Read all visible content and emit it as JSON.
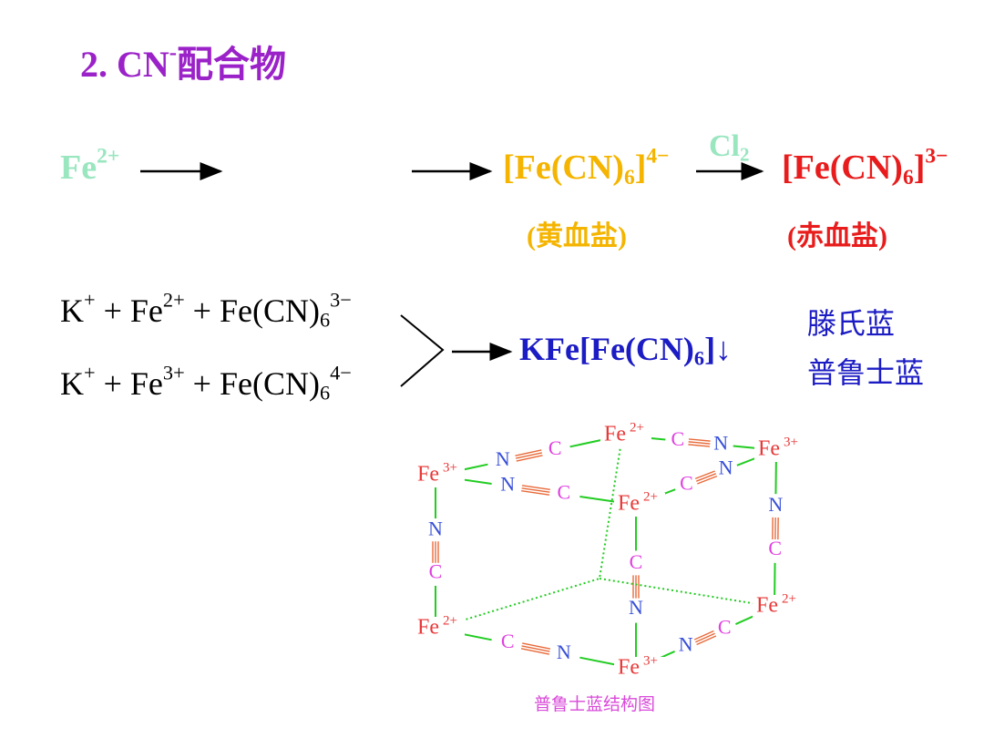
{
  "title": {
    "number": "2. ",
    "main": "CN",
    "sup": "-",
    "rest": "配合物"
  },
  "row1": {
    "fe2": {
      "base": "Fe",
      "charge": "2+"
    },
    "ferrocyanide": {
      "pre": "[Fe(CN)",
      "sub": "6",
      "post": "]",
      "charge": "4−"
    },
    "ferricyanide": {
      "pre": "[Fe(CN)",
      "sub": "6",
      "post": "]",
      "charge": "3−"
    },
    "oxidant": {
      "base": "Cl",
      "sub": "2"
    },
    "ferrocyanide_name": "(黄血盐)",
    "ferricyanide_name": "(赤血盐)"
  },
  "eq1": {
    "k": "K",
    "k_charge": "+",
    "plus1": " + ",
    "fe": "Fe",
    "fe_charge": "2+",
    "plus2": " + ",
    "pre": "Fe(CN)",
    "sub": "6",
    "charge": "3−"
  },
  "eq2": {
    "k": "K",
    "k_charge": "+",
    "plus1": " + ",
    "fe": "Fe",
    "fe_charge": "3+",
    "plus2": " + ",
    "pre": "Fe(CN)",
    "sub": "6",
    "charge": "4−"
  },
  "product": {
    "pre": "KFe[Fe(CN)",
    "sub": "6",
    "post": "]↓"
  },
  "names": {
    "turnbull": "滕氏蓝",
    "prussian": "普鲁士蓝"
  },
  "structure": {
    "fe_label": "Fe",
    "charge_2": "2+",
    "charge_3": "3+",
    "c_label": "C",
    "n_label": "N",
    "caption": "普鲁士蓝结构图",
    "colors": {
      "fe": "#e83838",
      "c": "#e040e0",
      "n": "#3850d8",
      "bond": "#22cc22",
      "triple": "#e86a3a"
    }
  }
}
